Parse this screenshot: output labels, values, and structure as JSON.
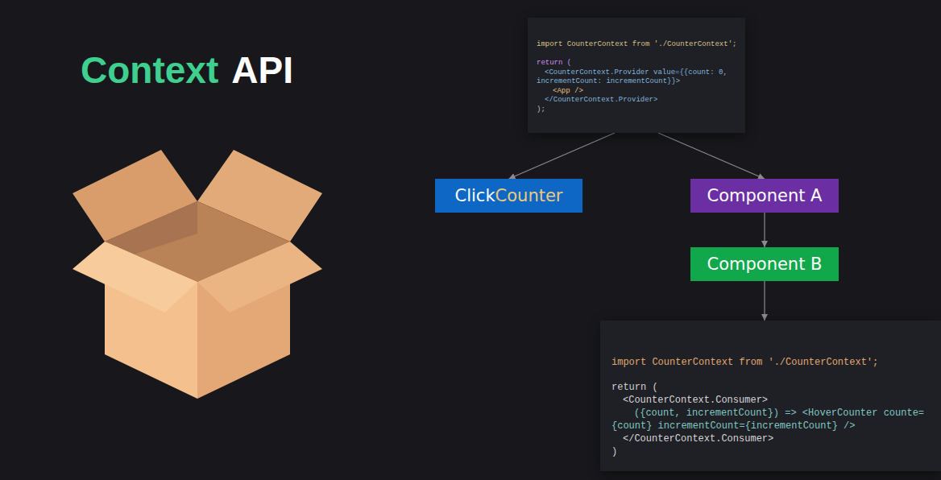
{
  "diagram": {
    "nodes": [
      {
        "text": [
          "import CounterContext from './CounterContext';",
          "return (",
          "<CounterContext.Provider value={{count: 0, incrementCount: incrementCount}}>",
          "<App />",
          "</CounterContext.Provider>",
          ");"
        ]
      },
      {
        "text": [
          "Click",
          "Counter"
        ]
      },
      {
        "text": [
          "Component A"
        ]
      },
      {
        "text": [
          "Component B"
        ]
      },
      {
        "text": [
          "import CounterContext from './CounterContext';",
          "return (",
          "<CounterContext.Consumer>",
          "({count, incrementCount}) => <HoverCounter counte={count} incrementCount={incrementCount} />",
          "</CounterContext.Consumer>",
          ")"
        ]
      }
    ],
    "edges": [
      {
        "from": 0,
        "to": 1,
        "arrow": "to"
      },
      {
        "from": 0,
        "to": 2,
        "arrow": "to"
      },
      {
        "from": 2,
        "to": 3,
        "arrow": "to"
      },
      {
        "from": 3,
        "to": 4,
        "arrow": "to"
      }
    ],
    "labels": [
      "Context",
      "API"
    ]
  }
}
